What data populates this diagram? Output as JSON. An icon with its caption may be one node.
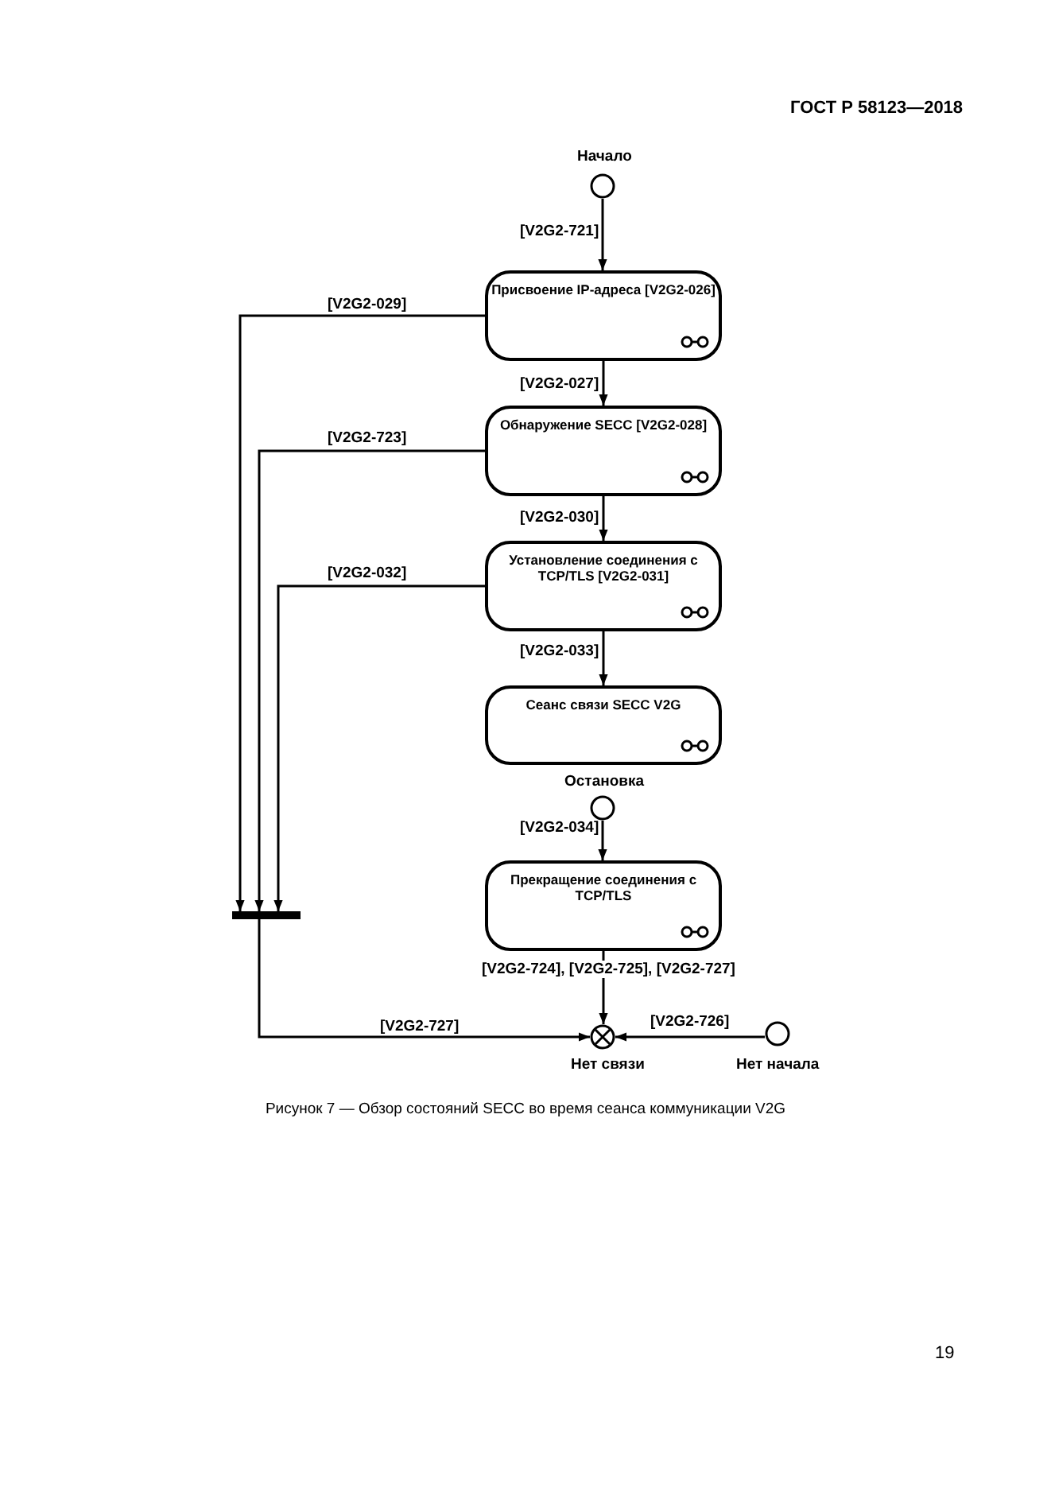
{
  "diagram": {
    "caption": "Рисунок 7 — Обзор состояний SECC во время сеанса коммуникации V2G",
    "nodes": [
      {
        "text": [],
        "shape": "circle",
        "beside": [
          "Начало"
        ]
      },
      {
        "text": [
          "Присвоение IP-адреса [V2G2-026]"
        ]
      },
      {
        "text": [
          "Обнаружение SECC [V2G2-028]"
        ]
      },
      {
        "text": [
          "Установление соединения с TCP/TLS [V2G2-031]"
        ]
      },
      {
        "text": [
          "Сеанс связи SECC V2G"
        ]
      },
      {
        "text": [],
        "shape": "circle",
        "beside": [
          "Остановка"
        ]
      },
      {
        "text": [
          "Прекращение соединения с TCP/TLS"
        ]
      },
      {
        "text": [],
        "shape": "bar"
      },
      {
        "text": [],
        "shape": "circle",
        "beside": [
          "Нет связи"
        ]
      },
      {
        "text": [],
        "shape": "circle",
        "beside": [
          "Нет начала"
        ]
      }
    ],
    "edges": [
      {
        "from": 0,
        "to": 1,
        "arrow": "to",
        "label": "[V2G2-721]"
      },
      {
        "from": 1,
        "to": 7,
        "arrow": "to",
        "label": "[V2G2-029]"
      },
      {
        "from": 1,
        "to": 2,
        "arrow": "to",
        "label": "[V2G2-027]"
      },
      {
        "from": 2,
        "to": 7,
        "arrow": "to",
        "label": "[V2G2-723]"
      },
      {
        "from": 2,
        "to": 3,
        "arrow": "to",
        "label": "[V2G2-030]"
      },
      {
        "from": 3,
        "to": 7,
        "arrow": "to",
        "label": "[V2G2-032]"
      },
      {
        "from": 3,
        "to": 4,
        "arrow": "to",
        "label": "[V2G2-033]"
      },
      {
        "from": 5,
        "to": 6,
        "arrow": "to",
        "label": "[V2G2-034]"
      },
      {
        "from": 6,
        "to": 8,
        "arrow": "to",
        "label": "[V2G2-724], [V2G2-725], [V2G2-727]"
      },
      {
        "from": 7,
        "to": 8,
        "arrow": "to",
        "label": "[V2G2-727]"
      },
      {
        "from": 9,
        "to": 8,
        "arrow": "to",
        "label": "[V2G2-726]"
      }
    ],
    "labels": [
      "ГОСТ Р 58123—2018",
      "19"
    ]
  }
}
